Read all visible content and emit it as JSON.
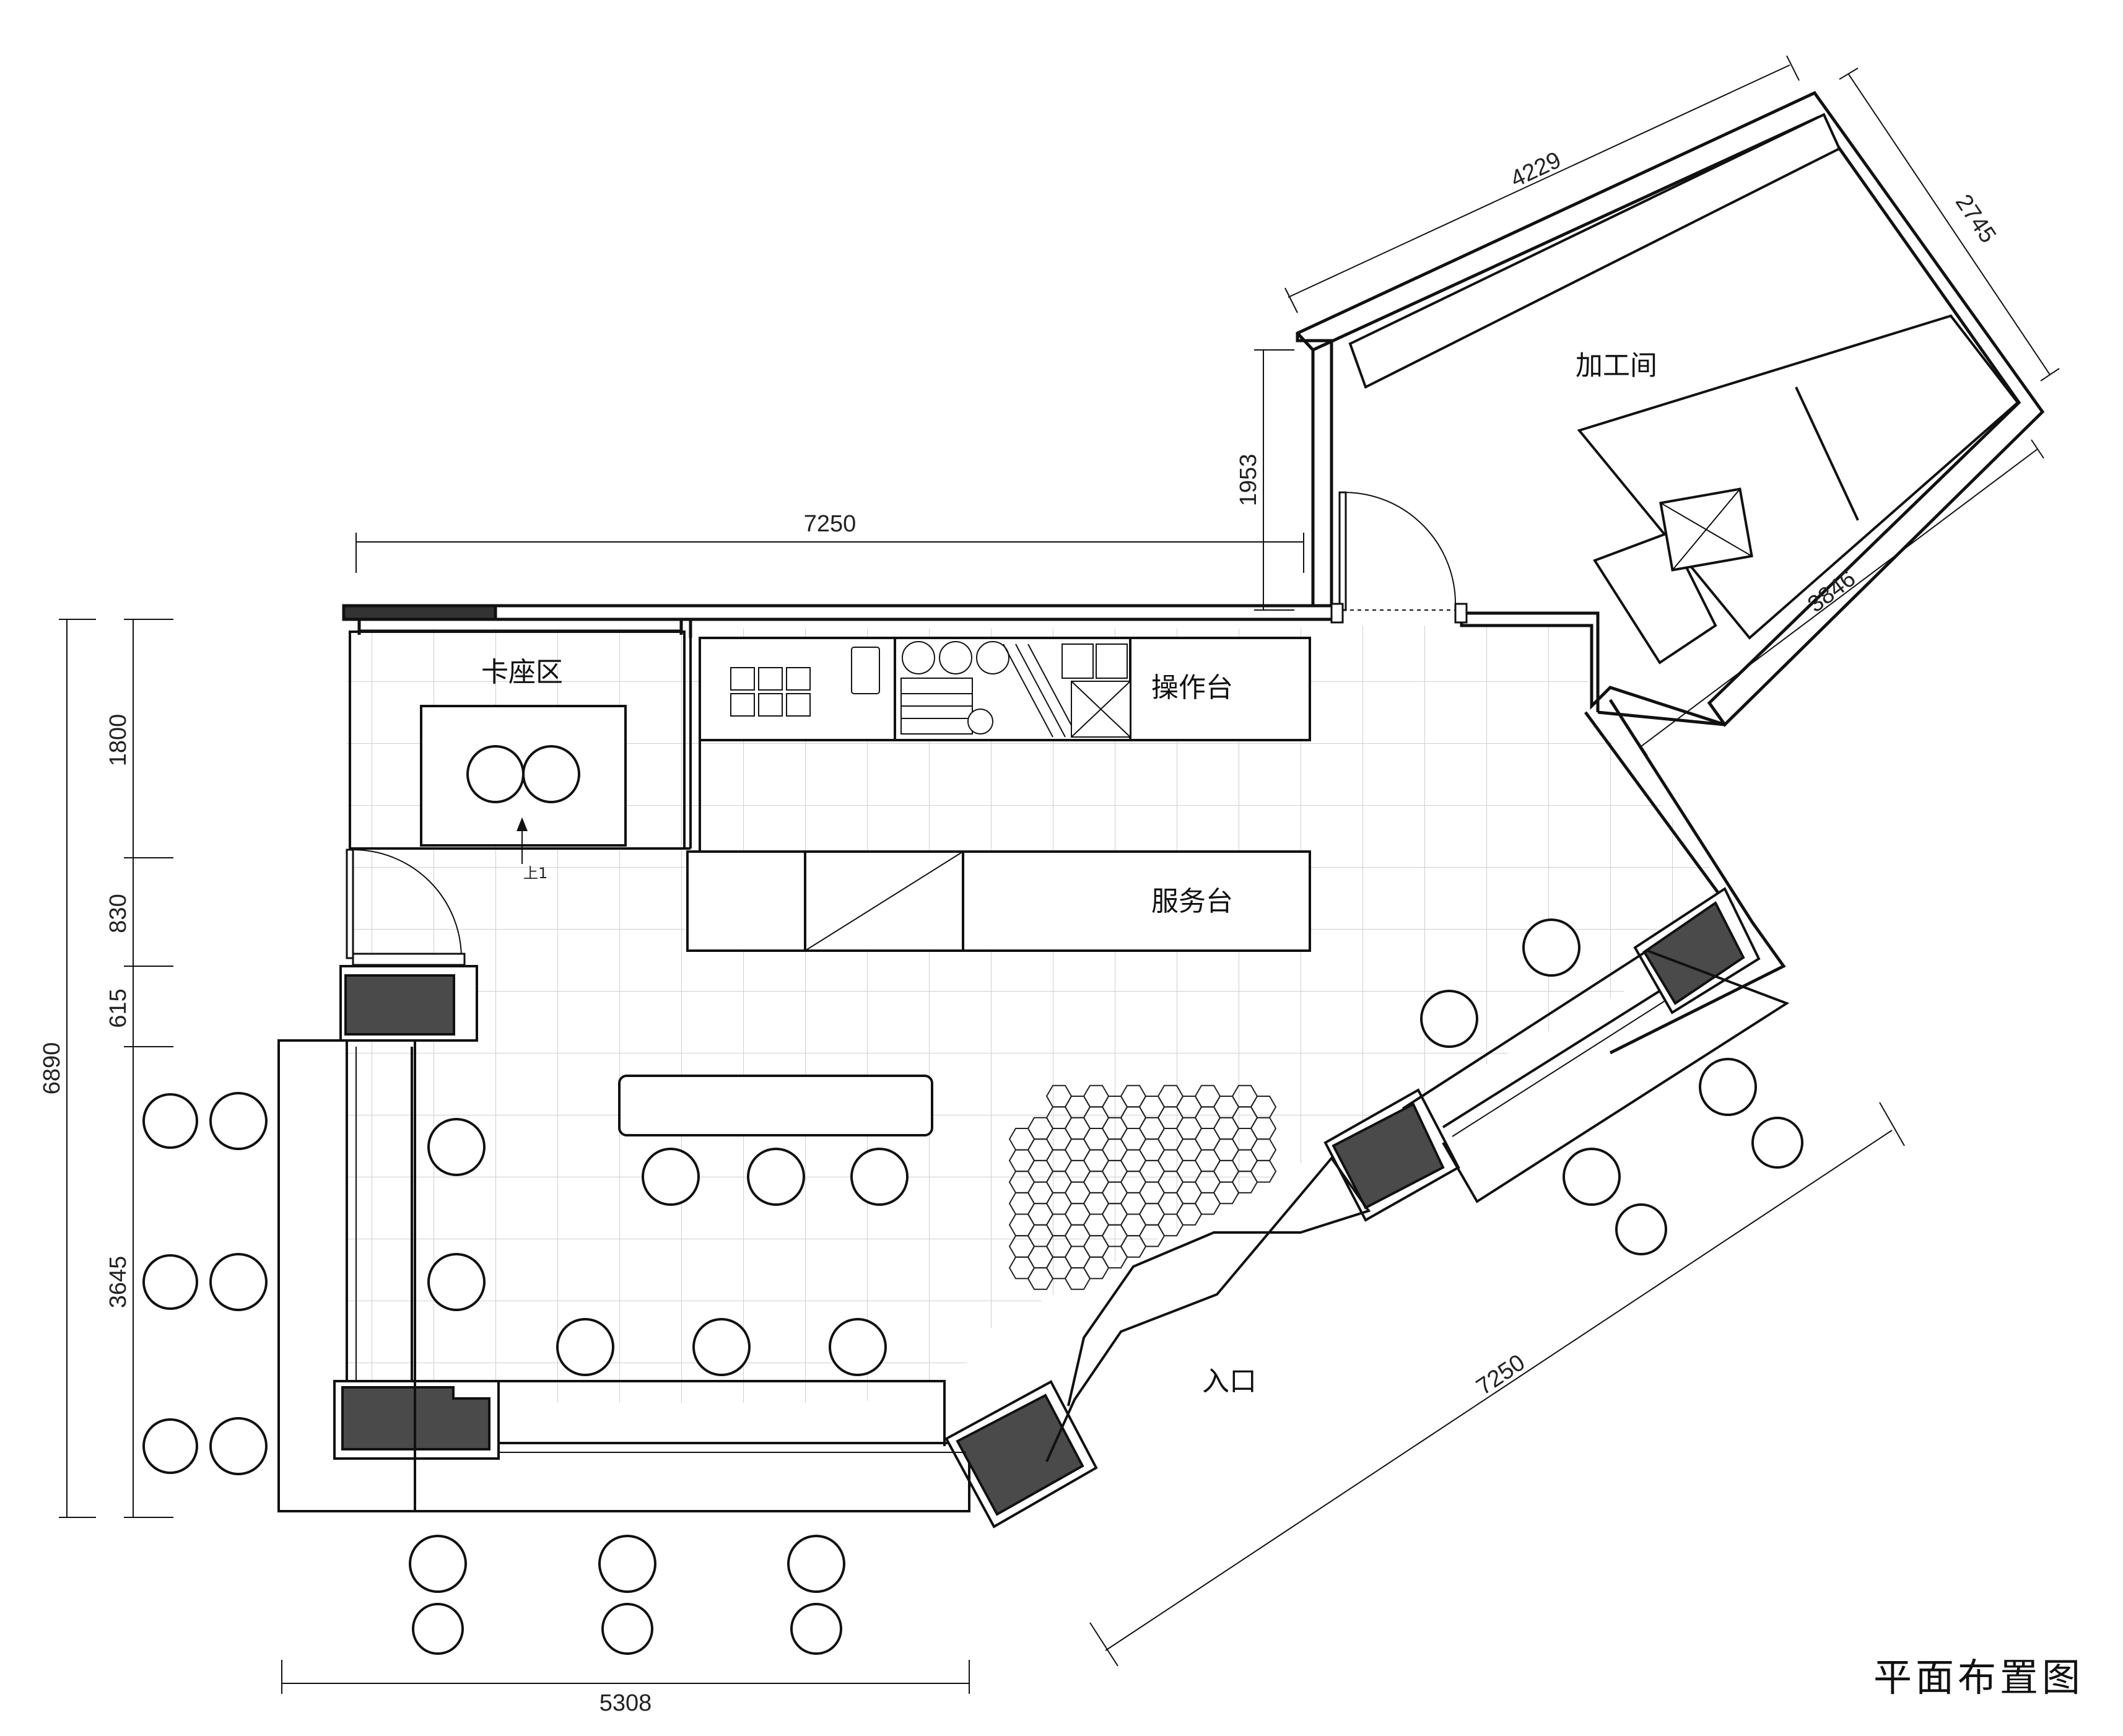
{
  "drawing": {
    "title": "平面布置图"
  },
  "rooms": {
    "processing_room": "加工间",
    "booth_area": "卡座区",
    "operation_counter": "操作台",
    "service_counter": "服务台",
    "entrance": "入口"
  },
  "annotations": {
    "step_up": "上1"
  },
  "dimensions": {
    "top_width": "7250",
    "annex_height": "1953",
    "annex_top": "4229",
    "annex_right": "2745",
    "annex_bottom": "3846",
    "left_total": "6890",
    "left_seg_1": "1800",
    "left_seg_2": "830",
    "left_seg_3": "615",
    "left_seg_4": "3645",
    "bottom_width": "5308",
    "diagonal_front": "7250"
  },
  "colors": {
    "line": "#111111",
    "column_fill": "#4a4a4a",
    "grid": "#c8c8c8"
  }
}
